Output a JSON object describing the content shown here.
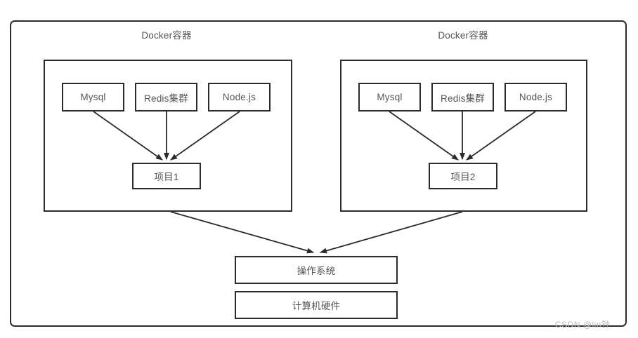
{
  "diagram": {
    "title_left": "Docker容器",
    "title_right": "Docker容器",
    "containers": [
      {
        "id": "container-left",
        "title": "Docker容器",
        "services": [
          {
            "id": "mysql-left",
            "label": "Mysql"
          },
          {
            "id": "redis-left",
            "label": "Redis集群"
          },
          {
            "id": "node-left",
            "label": "Node.js"
          }
        ],
        "project": {
          "id": "project-1",
          "label": "项目1"
        }
      },
      {
        "id": "container-right",
        "title": "Docker容器",
        "services": [
          {
            "id": "mysql-right",
            "label": "Mysql"
          },
          {
            "id": "redis-right",
            "label": "Redis集群"
          },
          {
            "id": "node-right",
            "label": "Node.js"
          }
        ],
        "project": {
          "id": "project-2",
          "label": "项目2"
        }
      }
    ],
    "platform": [
      {
        "id": "operating-system",
        "label": "操作系统"
      },
      {
        "id": "computer-hardware",
        "label": "计算机硬件"
      }
    ],
    "watermark": "CSDN @lin钟",
    "colors": {
      "stroke": "#2b2b2b",
      "text": "#545454",
      "background": "#ffffff",
      "watermark": "#b9b9b9"
    }
  }
}
